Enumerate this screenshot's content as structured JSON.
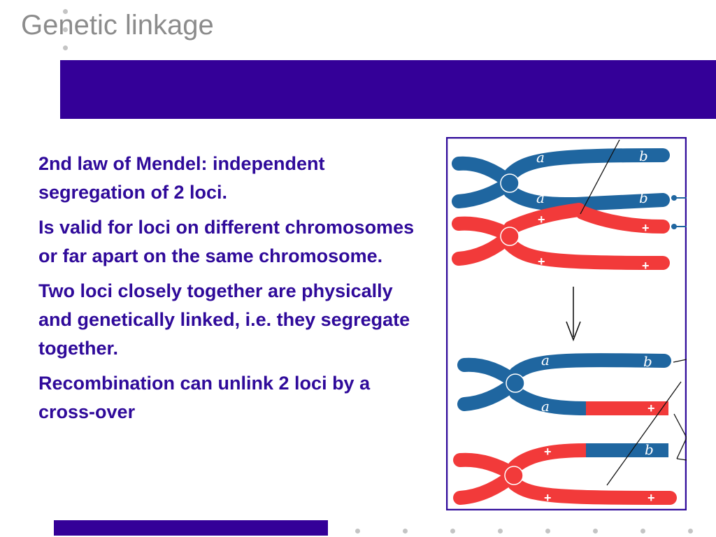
{
  "slide": {
    "title": "Genetic linkage",
    "bullets": [
      "2nd law of Mendel: independent segregation of 2 loci.",
      "Is valid for loci on different chromosomes or far apart on the same chromosome.",
      "Two loci closely together are physically and genetically linked, i.e. they segregate together.",
      "Recombination can unlink 2 loci by a cross-over"
    ]
  },
  "diagram": {
    "labels": {
      "locus_a": "a",
      "locus_b": "b",
      "wild_type": "+"
    },
    "colors": {
      "blue_chromosome": "#1f66a0",
      "red_chromosome": "#f23a3a",
      "frame": "#2f0a9a",
      "banner": "#340098"
    }
  }
}
